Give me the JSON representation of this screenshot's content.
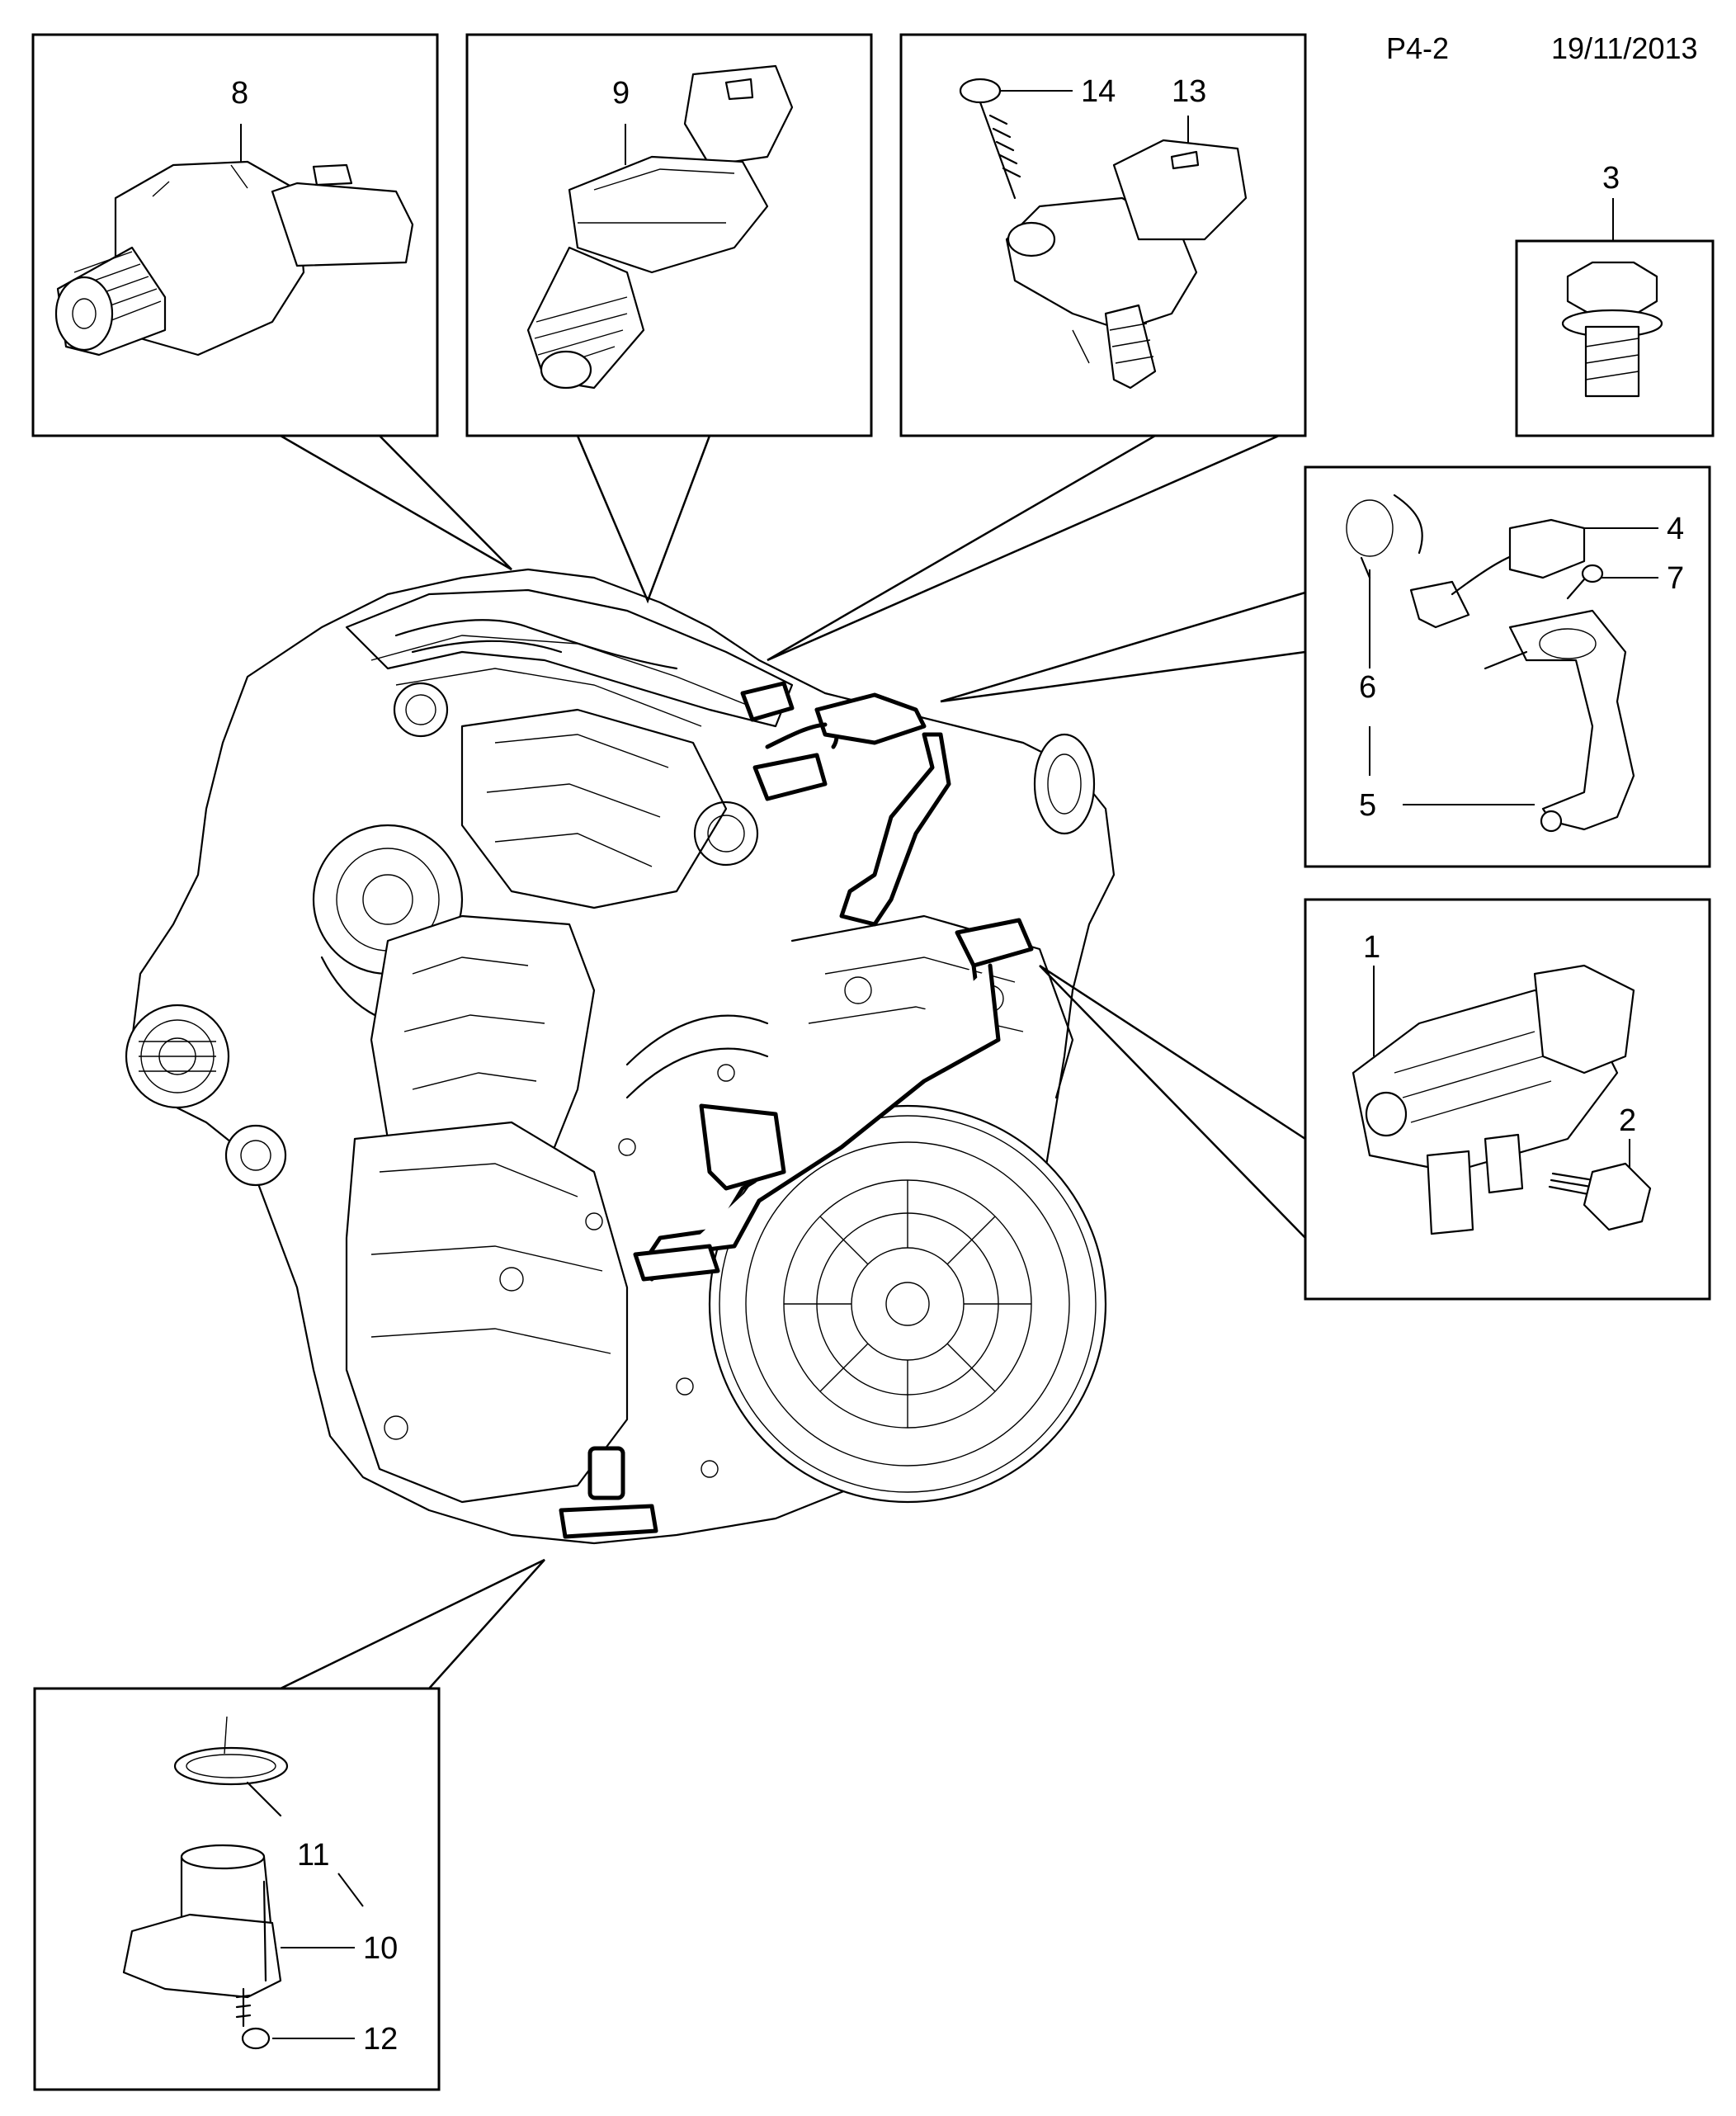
{
  "header": {
    "page_ref": "P4-2",
    "date": "19/11/2013"
  },
  "callouts": {
    "c1": "1",
    "c2": "2",
    "c3": "3",
    "c4": "4",
    "c5": "5",
    "c6": "6",
    "c7": "7",
    "c8": "8",
    "c9": "9",
    "c10": "10",
    "c11": "11",
    "c12": "12",
    "c13": "13",
    "c14": "14"
  }
}
